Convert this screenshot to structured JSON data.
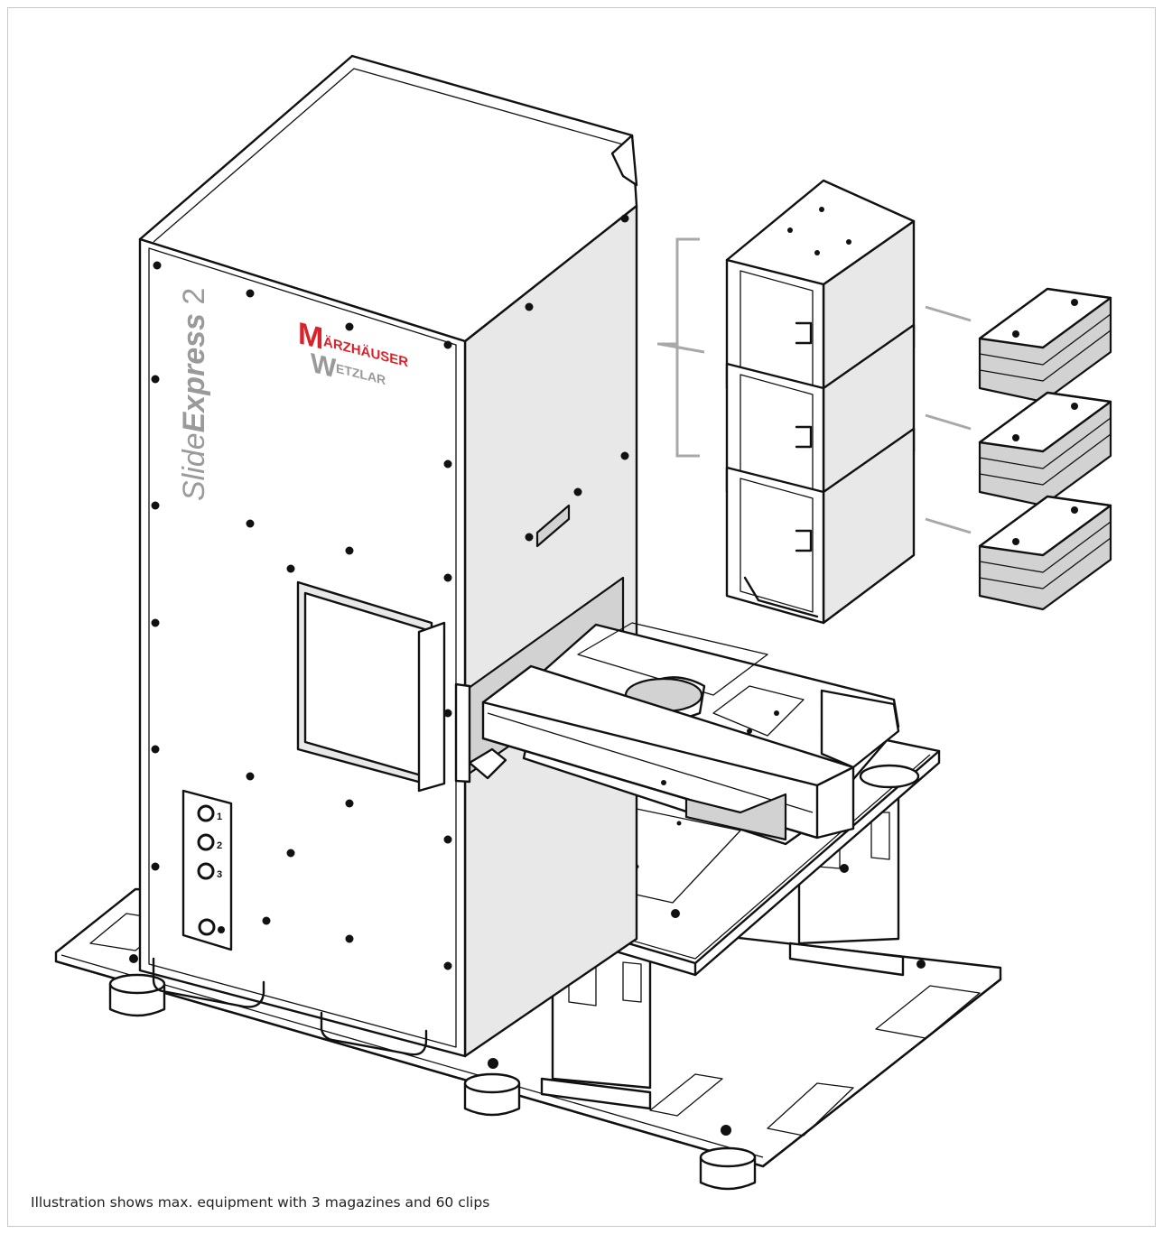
{
  "caption": "Illustration shows max. equipment with 3 magazines and 60 clips",
  "product": {
    "name_light": "Slide",
    "name_bold": "Express",
    "name_suffix": " 2"
  },
  "logo": {
    "line1": "ÄRZHÄUSER",
    "line2": "ETZLAR",
    "initial1": "M",
    "initial2": "W",
    "color_red": "#d8232a",
    "color_grey": "#9a9a9a"
  },
  "control_panel": {
    "buttons": [
      "1",
      "2",
      "3"
    ]
  },
  "colors": {
    "outline": "#111111",
    "panel_grey": "#e8e8e8",
    "bracket_grey": "#a8a8a8"
  }
}
